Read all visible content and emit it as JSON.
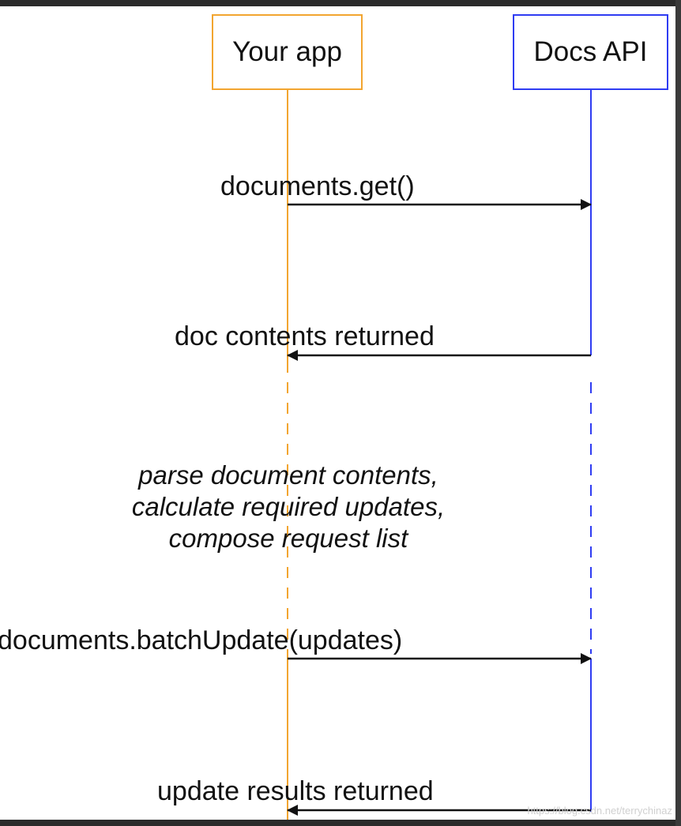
{
  "participants": {
    "app": {
      "label": "Your app",
      "color": "#f2a530"
    },
    "api": {
      "label": "Docs API",
      "color": "#2f3cf2"
    }
  },
  "messages": [
    {
      "label": "documents.get()",
      "from": "app",
      "to": "api"
    },
    {
      "label": "doc contents returned",
      "from": "api",
      "to": "app"
    },
    {
      "label": "documents.batchUpdate(updates)",
      "from": "app",
      "to": "api"
    },
    {
      "label": "update results returned",
      "from": "api",
      "to": "app"
    }
  ],
  "note": {
    "lines": [
      "parse document contents,",
      "calculate required updates,",
      "compose request list"
    ]
  },
  "watermark": "https://blog.csdn.net/terrychinaz"
}
